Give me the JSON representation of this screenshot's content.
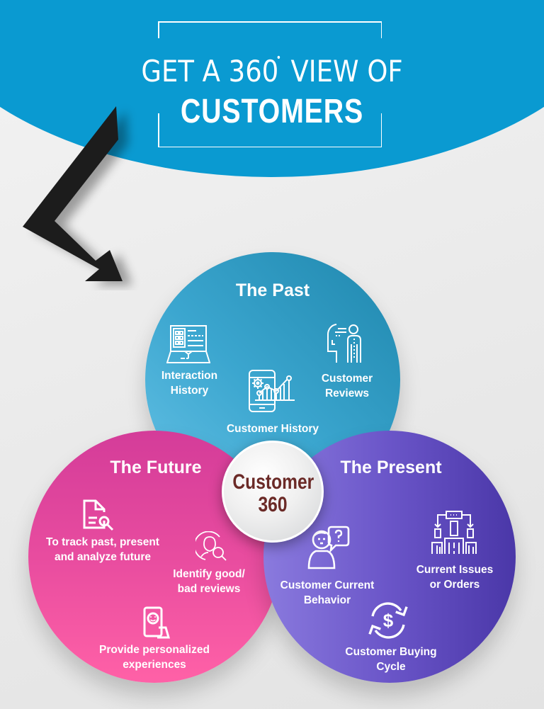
{
  "header": {
    "title_line1_pre": "GET A 360",
    "title_degree": "•",
    "title_line1_post": " VIEW OF",
    "title_line2": "CUSTOMERS",
    "banner_color": "#0a9ad1"
  },
  "center": {
    "line1": "Customer",
    "line2": "360",
    "text_color": "#6b2a27"
  },
  "past": {
    "title": "The Past",
    "color": "#2b9cc4",
    "items": [
      {
        "label_1": "Interaction",
        "label_2": "History",
        "icon": "laptop-profile-icon"
      },
      {
        "label_1": "Customer History",
        "icon": "mobile-analytics-icon"
      },
      {
        "label_1": "Customer",
        "label_2": "Reviews",
        "icon": "customer-presentation-icon"
      }
    ]
  },
  "future": {
    "title": "The Future",
    "color": "#e84c9f",
    "items": [
      {
        "label_1": "To track past, present",
        "label_2": "and analyze future",
        "icon": "document-search-icon"
      },
      {
        "label_1": "Identify good/",
        "label_2": "bad reviews",
        "icon": "user-search-icon"
      },
      {
        "label_1": "Provide personalized",
        "label_2": "experiences",
        "icon": "tablet-smiley-icon"
      }
    ]
  },
  "present": {
    "title": "The Present",
    "color": "#6a55c8",
    "items": [
      {
        "label_1": "Customer Current",
        "label_2": "Behavior",
        "icon": "person-question-icon"
      },
      {
        "label_1": "Current Issues",
        "label_2": "or Orders",
        "icon": "org-chart-icon"
      },
      {
        "label_1": "Customer Buying",
        "label_2": "Cycle",
        "icon": "dollar-cycle-icon"
      }
    ]
  }
}
